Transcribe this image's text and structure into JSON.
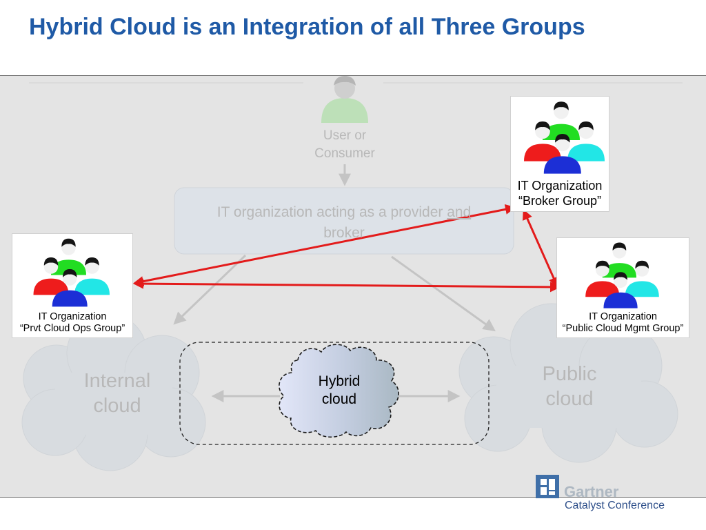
{
  "title": "Hybrid Cloud is an Integration of all Three Groups",
  "user": {
    "line1": "User or",
    "line2": "Consumer"
  },
  "provider_box": {
    "line1_prefix": "IT organization acting as a provider ",
    "line1_underlined": "and",
    "line2": "broker"
  },
  "clouds": {
    "internal_line1": "Internal",
    "internal_line2": "cloud",
    "public_line1": "Public",
    "public_line2": "cloud",
    "hybrid_line1": "Hybrid",
    "hybrid_line2": "cloud"
  },
  "groups": {
    "broker": {
      "line1": "IT Organization",
      "line2": "“Broker Group”"
    },
    "private": {
      "line1": "IT Organization",
      "line2": "“Prvt Cloud Ops Group”"
    },
    "public": {
      "line1": "IT Organization",
      "line2": "“Public Cloud Mgmt Group”"
    }
  },
  "footer": {
    "brand": "Gartner",
    "event": "Catalyst Conference"
  },
  "colors": {
    "title": "#1f5aa6",
    "connector_arrows": "#e31b1b",
    "person_green": "#22dd22",
    "person_red": "#ee1c1c",
    "person_cyan": "#22e6e6",
    "person_blue": "#1c2fd6"
  }
}
